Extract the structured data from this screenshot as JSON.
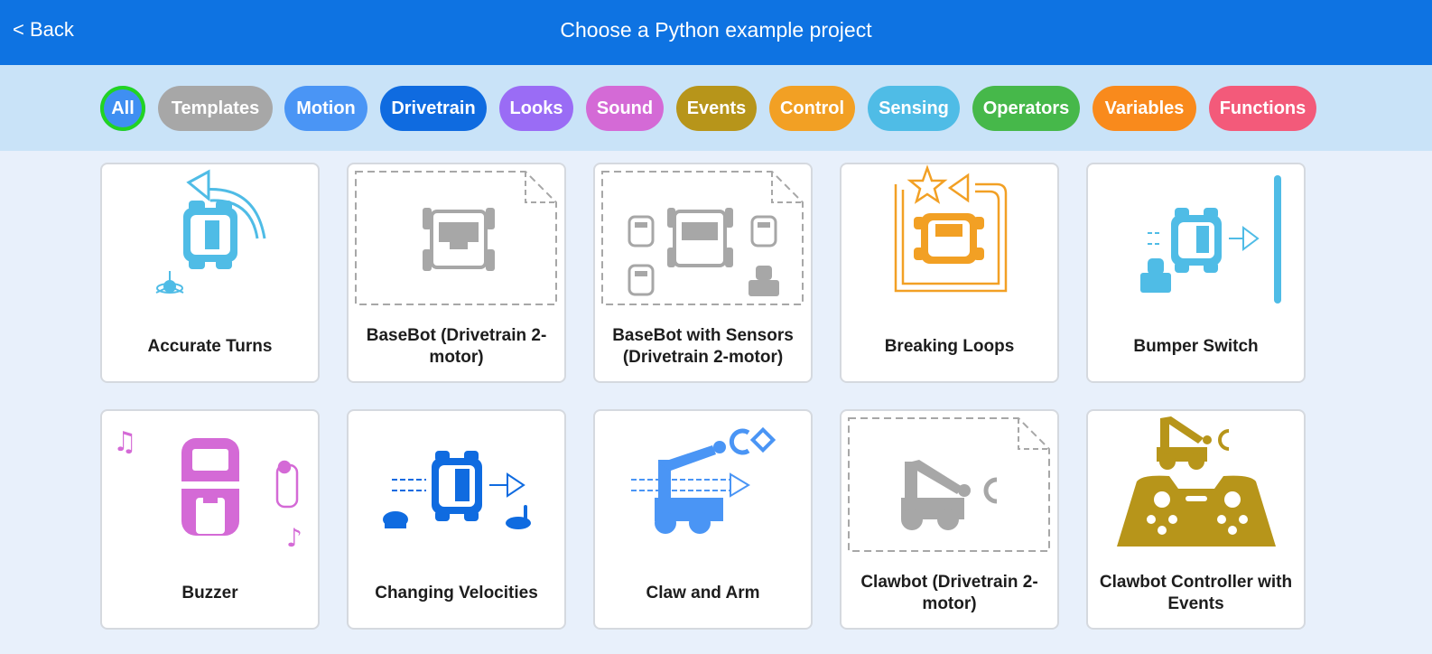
{
  "header": {
    "back_label": "< Back",
    "title": "Choose a Python example project"
  },
  "filters": [
    {
      "label": "All",
      "color": "#3f8ff2"
    },
    {
      "label": "Templates",
      "color": "#a7a7a7"
    },
    {
      "label": "Motion",
      "color": "#4a95f5"
    },
    {
      "label": "Drivetrain",
      "color": "#0f6be0"
    },
    {
      "label": "Looks",
      "color": "#9a6cf5"
    },
    {
      "label": "Sound",
      "color": "#d46ad6"
    },
    {
      "label": "Events",
      "color": "#b7951a"
    },
    {
      "label": "Control",
      "color": "#f2a024"
    },
    {
      "label": "Sensing",
      "color": "#4fbce6"
    },
    {
      "label": "Operators",
      "color": "#46b84a"
    },
    {
      "label": "Variables",
      "color": "#f98a1c"
    },
    {
      "label": "Functions",
      "color": "#f35a7a"
    }
  ],
  "projects": [
    {
      "label": "Accurate Turns",
      "icon": "accurate-turns-icon"
    },
    {
      "label": "BaseBot (Drivetrain 2-motor)",
      "icon": "basebot-icon"
    },
    {
      "label": "BaseBot with Sensors (Drivetrain 2-motor)",
      "icon": "basebot-sensors-icon"
    },
    {
      "label": "Breaking Loops",
      "icon": "breaking-loops-icon"
    },
    {
      "label": "Bumper Switch",
      "icon": "bumper-switch-icon"
    },
    {
      "label": "Buzzer",
      "icon": "buzzer-icon"
    },
    {
      "label": "Changing Velocities",
      "icon": "changing-velocities-icon"
    },
    {
      "label": "Claw and Arm",
      "icon": "claw-and-arm-icon"
    },
    {
      "label": "Clawbot (Drivetrain 2-motor)",
      "icon": "clawbot-icon"
    },
    {
      "label": "Clawbot Controller with Events",
      "icon": "clawbot-controller-icon"
    }
  ]
}
